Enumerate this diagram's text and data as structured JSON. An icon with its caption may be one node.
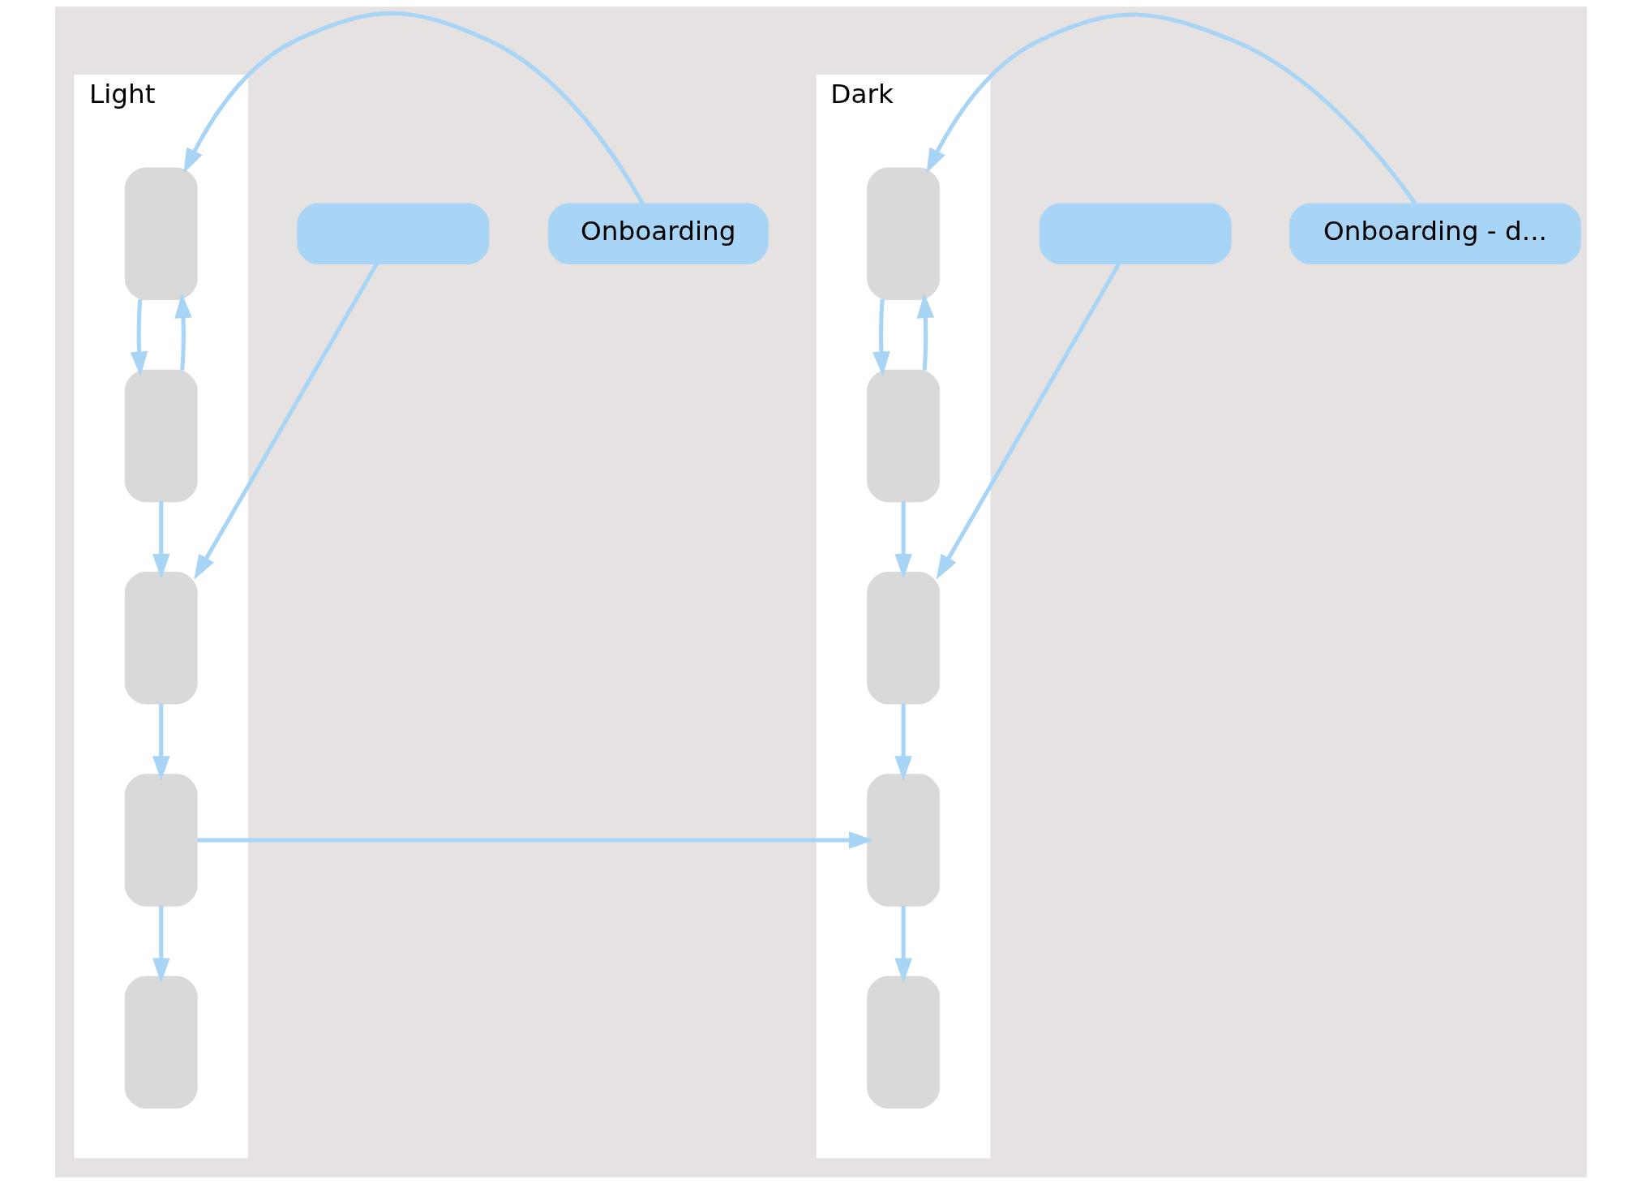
{
  "diagram": {
    "nodes": [
      {
        "text": [
          "Light"
        ]
      },
      {
        "text": [
          "Onboarding"
        ]
      },
      {
        "text": [],
        "shape": "box"
      },
      {
        "text": [],
        "shape": "box",
        "in": 0
      },
      {
        "text": [],
        "shape": "box",
        "in": 0
      },
      {
        "text": [],
        "shape": "box",
        "in": 0
      },
      {
        "text": [],
        "shape": "box",
        "in": 0
      },
      {
        "text": [],
        "shape": "box",
        "in": 0
      },
      {
        "text": [
          "Dark"
        ]
      },
      {
        "text": [
          "Onboarding - d..."
        ]
      },
      {
        "text": [],
        "shape": "box"
      },
      {
        "text": [],
        "shape": "box",
        "in": 8
      },
      {
        "text": [],
        "shape": "box",
        "in": 8
      },
      {
        "text": [],
        "shape": "box",
        "in": 8
      },
      {
        "text": [],
        "shape": "box",
        "in": 8
      },
      {
        "text": [],
        "shape": "box",
        "in": 8
      }
    ],
    "edges": [
      {
        "from": 1,
        "to": 3,
        "arrow": "to"
      },
      {
        "from": 3,
        "to": 4,
        "arrow": "to"
      },
      {
        "from": 4,
        "to": 3,
        "arrow": "to"
      },
      {
        "from": 2,
        "to": 5,
        "arrow": "to"
      },
      {
        "from": 4,
        "to": 5,
        "arrow": "to"
      },
      {
        "from": 5,
        "to": 6,
        "arrow": "to"
      },
      {
        "from": 6,
        "to": 7,
        "arrow": "to"
      },
      {
        "from": 9,
        "to": 11,
        "arrow": "to"
      },
      {
        "from": 11,
        "to": 12,
        "arrow": "to"
      },
      {
        "from": 12,
        "to": 11,
        "arrow": "to"
      },
      {
        "from": 10,
        "to": 13,
        "arrow": "to"
      },
      {
        "from": 12,
        "to": 13,
        "arrow": "to"
      },
      {
        "from": 13,
        "to": 14,
        "arrow": "to"
      },
      {
        "from": 14,
        "to": 15,
        "arrow": "to"
      },
      {
        "from": 6,
        "to": 14,
        "arrow": "to"
      }
    ]
  }
}
